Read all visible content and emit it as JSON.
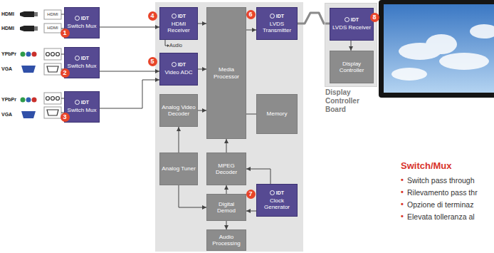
{
  "diagram": {
    "nodes": [
      {
        "text": [
          "IDT",
          "Switch Mux"
        ]
      },
      {
        "text": [
          "IDT",
          "Switch Mux"
        ]
      },
      {
        "text": [
          "IDT",
          "Switch Mux"
        ]
      },
      {
        "text": [
          "IDT",
          "HDMI Receiver"
        ]
      },
      {
        "text": [
          "IDT",
          "Video ADC"
        ]
      },
      {
        "text": [
          "Analog Video Decoder"
        ]
      },
      {
        "text": [
          "Analog Tuner"
        ]
      },
      {
        "text": [
          "Media Processor"
        ]
      },
      {
        "text": [
          "MPEG Decoder"
        ]
      },
      {
        "text": [
          "Digital Demod"
        ]
      },
      {
        "text": [
          "Audio Processing"
        ]
      },
      {
        "text": [
          "IDT",
          "LVDS Transmitter"
        ]
      },
      {
        "text": [
          "Memory"
        ]
      },
      {
        "text": [
          "IDT",
          "Clock Generator"
        ]
      },
      {
        "text": [
          "Display Controller Board"
        ]
      },
      {
        "text": [
          "IDT",
          "LVDS Receiver"
        ],
        "in": 14
      },
      {
        "text": [
          "Display Controller"
        ],
        "in": 14
      }
    ],
    "edges": [
      {
        "from": 0,
        "to": 3,
        "arrow": "to"
      },
      {
        "from": 1,
        "to": 4,
        "arrow": "to"
      },
      {
        "from": 2,
        "to": 4,
        "arrow": "to"
      },
      {
        "from": 3,
        "to": 7,
        "arrow": "to"
      },
      {
        "from": 4,
        "to": 7,
        "arrow": "to"
      },
      {
        "from": 5,
        "to": 7,
        "arrow": "to"
      },
      {
        "from": 6,
        "to": 5,
        "arrow": "to"
      },
      {
        "from": 6,
        "to": 9,
        "arrow": "to"
      },
      {
        "from": 9,
        "to": 8,
        "arrow": "to"
      },
      {
        "from": 8,
        "to": 7,
        "arrow": "to"
      },
      {
        "from": 9,
        "to": 10,
        "arrow": "to"
      },
      {
        "from": 7,
        "to": 11,
        "arrow": "to"
      },
      {
        "from": 7,
        "to": 12,
        "arrow": "none"
      },
      {
        "from": 13,
        "to": 8,
        "arrow": "to"
      },
      {
        "from": 13,
        "to": 9,
        "arrow": "to"
      },
      {
        "from": 11,
        "to": 15,
        "arrow": "none"
      },
      {
        "from": 15,
        "to": 16,
        "arrow": "to"
      }
    ],
    "labels": [
      "HDMI",
      "HDMI",
      "YPbPr",
      "VGA",
      "YPbPr",
      "VGA",
      "HDMI",
      "HDMI",
      "1",
      "2",
      "3",
      "4",
      "5",
      "6",
      "7",
      "8",
      "Audio",
      "Switch/Mux",
      "•",
      "•",
      "•",
      "•",
      "Switch pass through",
      "Rilevamento pass thr",
      "Opzione di terminaz",
      "Elevata tolleranza al"
    ]
  }
}
